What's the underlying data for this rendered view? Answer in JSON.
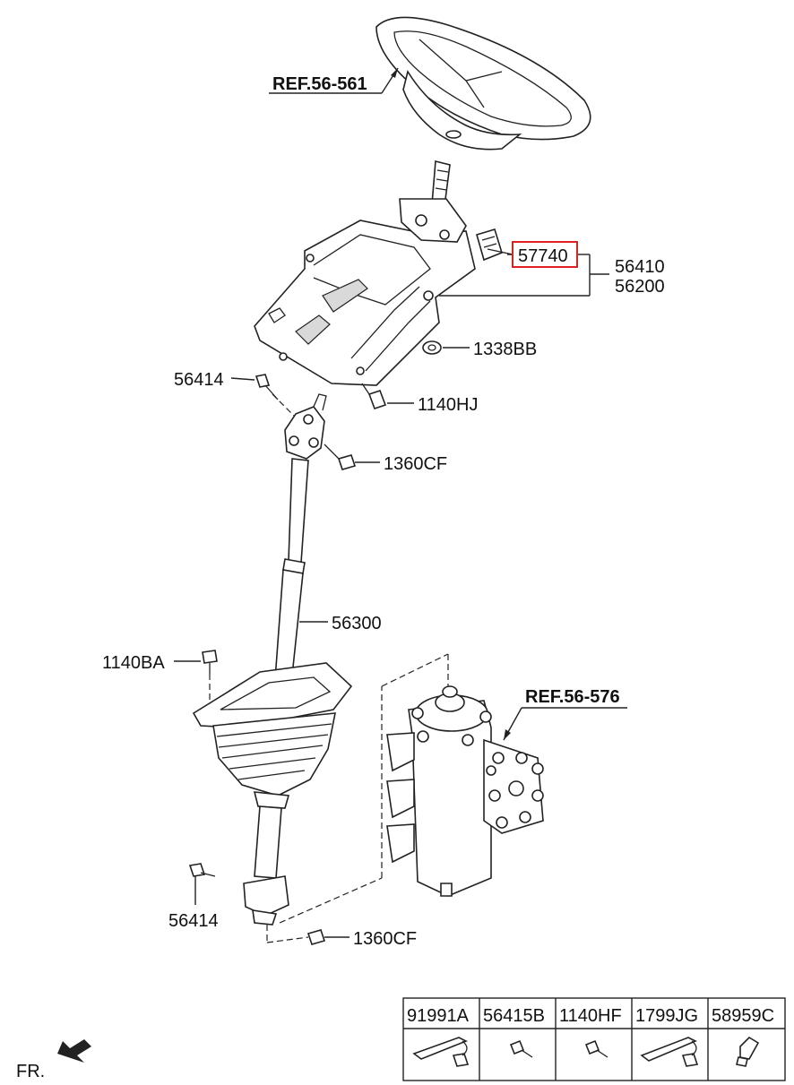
{
  "callouts": {
    "ref_top": "REF.56-561",
    "ref_gear": "REF.56-576",
    "highlighted": "57740",
    "p56410": "56410",
    "p56200": "56200",
    "p1338BB": "1338BB",
    "p56414_top": "56414",
    "p1140HJ": "1140HJ",
    "p1360CF_top": "1360CF",
    "p56300": "56300",
    "p1140BA": "1140BA",
    "p56414_bottom": "56414",
    "p1360CF_bottom": "1360CF",
    "direction": "FR."
  },
  "highlight_color": "#e02020",
  "parts_table": [
    "91991A",
    "56415B",
    "1140HF",
    "1799JG",
    "58959C"
  ]
}
